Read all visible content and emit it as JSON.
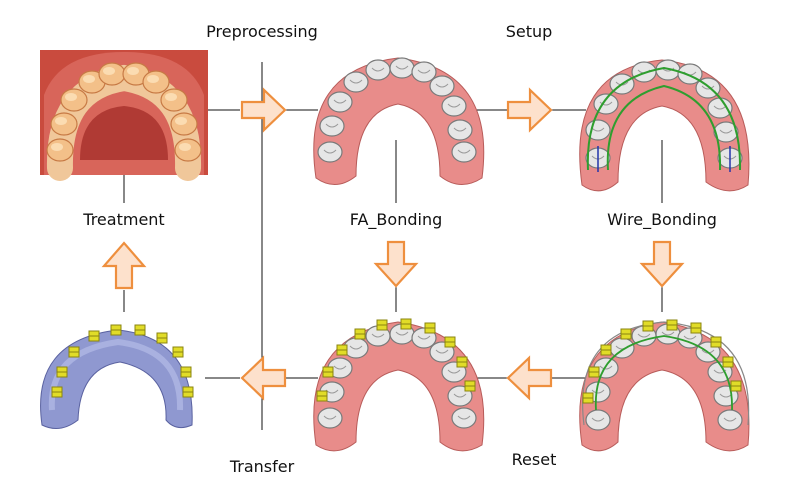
{
  "diagram": {
    "stages": {
      "preprocessing": "Preprocessing",
      "setup": "Setup",
      "treatment": "Treatment",
      "fa_bonding": "FA_Bonding",
      "wire_bonding": "Wire_Bonding",
      "transfer": "Transfer",
      "reset": "Reset"
    },
    "colors": {
      "arrow_fill": "#fde1cc",
      "arrow_stroke": "#ee8f3e",
      "gum": "#e88c8a",
      "tooth": "#e4e4e4",
      "tray": "#8f98d0",
      "bracket": "#e1dc28",
      "setup_line": "#2f9e2f",
      "wire": "#888888"
    }
  }
}
